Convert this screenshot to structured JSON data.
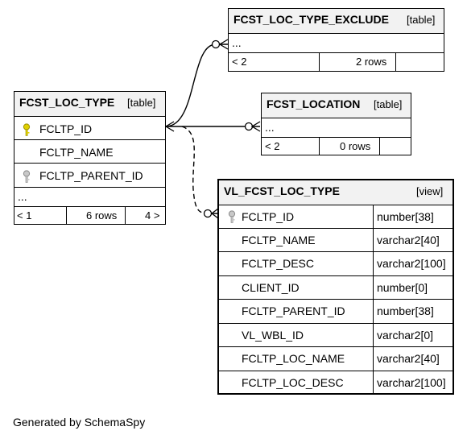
{
  "tables": {
    "exclude": {
      "name": "FCST_LOC_TYPE_EXCLUDE",
      "kind": "[table]",
      "more": "...",
      "page_label": "< 2",
      "rows_label": "2 rows"
    },
    "location": {
      "name": "FCST_LOCATION",
      "kind": "[table]",
      "more": "...",
      "page_label": "< 2",
      "rows_label": "0 rows"
    },
    "loc_type": {
      "name": "FCST_LOC_TYPE",
      "kind": "[table]",
      "columns": [
        {
          "name": "FCLTP_ID",
          "key": "primary-key-icon"
        },
        {
          "name": "FCLTP_NAME",
          "key": ""
        },
        {
          "name": "FCLTP_PARENT_ID",
          "key": "foreign-key-icon"
        }
      ],
      "more": "...",
      "page_prev": "< 1",
      "rows_label": "6 rows",
      "page_next": "4 >"
    },
    "view": {
      "name": "VL_FCST_LOC_TYPE",
      "kind": "[view]",
      "columns": [
        {
          "name": "FCLTP_ID",
          "type": "number[38]",
          "key": "foreign-key-icon"
        },
        {
          "name": "FCLTP_NAME",
          "type": "varchar2[40]",
          "key": ""
        },
        {
          "name": "FCLTP_DESC",
          "type": "varchar2[100]",
          "key": ""
        },
        {
          "name": "CLIENT_ID",
          "type": "number[0]",
          "key": ""
        },
        {
          "name": "FCLTP_PARENT_ID",
          "type": "number[38]",
          "key": ""
        },
        {
          "name": "VL_WBL_ID",
          "type": "varchar2[0]",
          "key": ""
        },
        {
          "name": "FCLTP_LOC_NAME",
          "type": "varchar2[40]",
          "key": ""
        },
        {
          "name": "FCLTP_LOC_DESC",
          "type": "varchar2[100]",
          "key": ""
        }
      ]
    }
  },
  "credit": "Generated by SchemaSpy",
  "colors": {
    "primary_key": "#e0d000",
    "foreign_key": "#a0a0a0",
    "header_bg": "#f2f2f2"
  }
}
